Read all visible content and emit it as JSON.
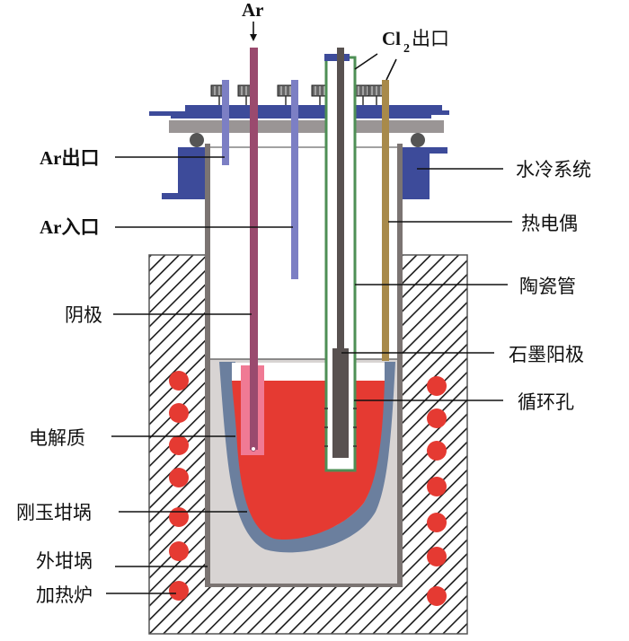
{
  "diagram": {
    "title": "",
    "colors": {
      "electrolyte": "#e53a32",
      "heater_coil": "#e53a32",
      "cooling_system": "#3d4b9a",
      "lid": "#3d4b9a",
      "support_plate": "#9a9595",
      "crucible_liner": "#6b7f9e",
      "outer_crucible_fill": "#d8d4d3",
      "wall": "#7b7472",
      "cathode_rod": "#9a4a6e",
      "cathode_head": "#f07a94",
      "ar_tubes": "#7c7fc4",
      "ceramic_tube": "#4e8f55",
      "graphite_anode": "#585150",
      "thermocouple": "#a88a4a"
    },
    "labels": {
      "top": {
        "ar_inlet_arrow": "Ar",
        "cl2_outlet": {
          "main": "Cl",
          "sub": "2",
          "suffix": "出口"
        }
      },
      "left": [
        {
          "id": "ar-outlet",
          "text": "Ar出口"
        },
        {
          "id": "ar-inlet",
          "text": "Ar入口"
        },
        {
          "id": "cathode",
          "text": "阴极"
        },
        {
          "id": "electrolyte",
          "text": "电解质"
        },
        {
          "id": "corundum-crucible",
          "text": "刚玉坩埚"
        },
        {
          "id": "outer-crucible",
          "text": "外坩埚"
        },
        {
          "id": "heating-furnace",
          "text": "加热炉"
        }
      ],
      "right": [
        {
          "id": "water-cooling-system",
          "text": "水冷系统"
        },
        {
          "id": "thermocouple",
          "text": "热电偶"
        },
        {
          "id": "ceramic-tube",
          "text": "陶瓷管"
        },
        {
          "id": "graphite-anode",
          "text": "石墨阳极"
        },
        {
          "id": "circulation-hole",
          "text": "循环孔"
        }
      ]
    }
  }
}
